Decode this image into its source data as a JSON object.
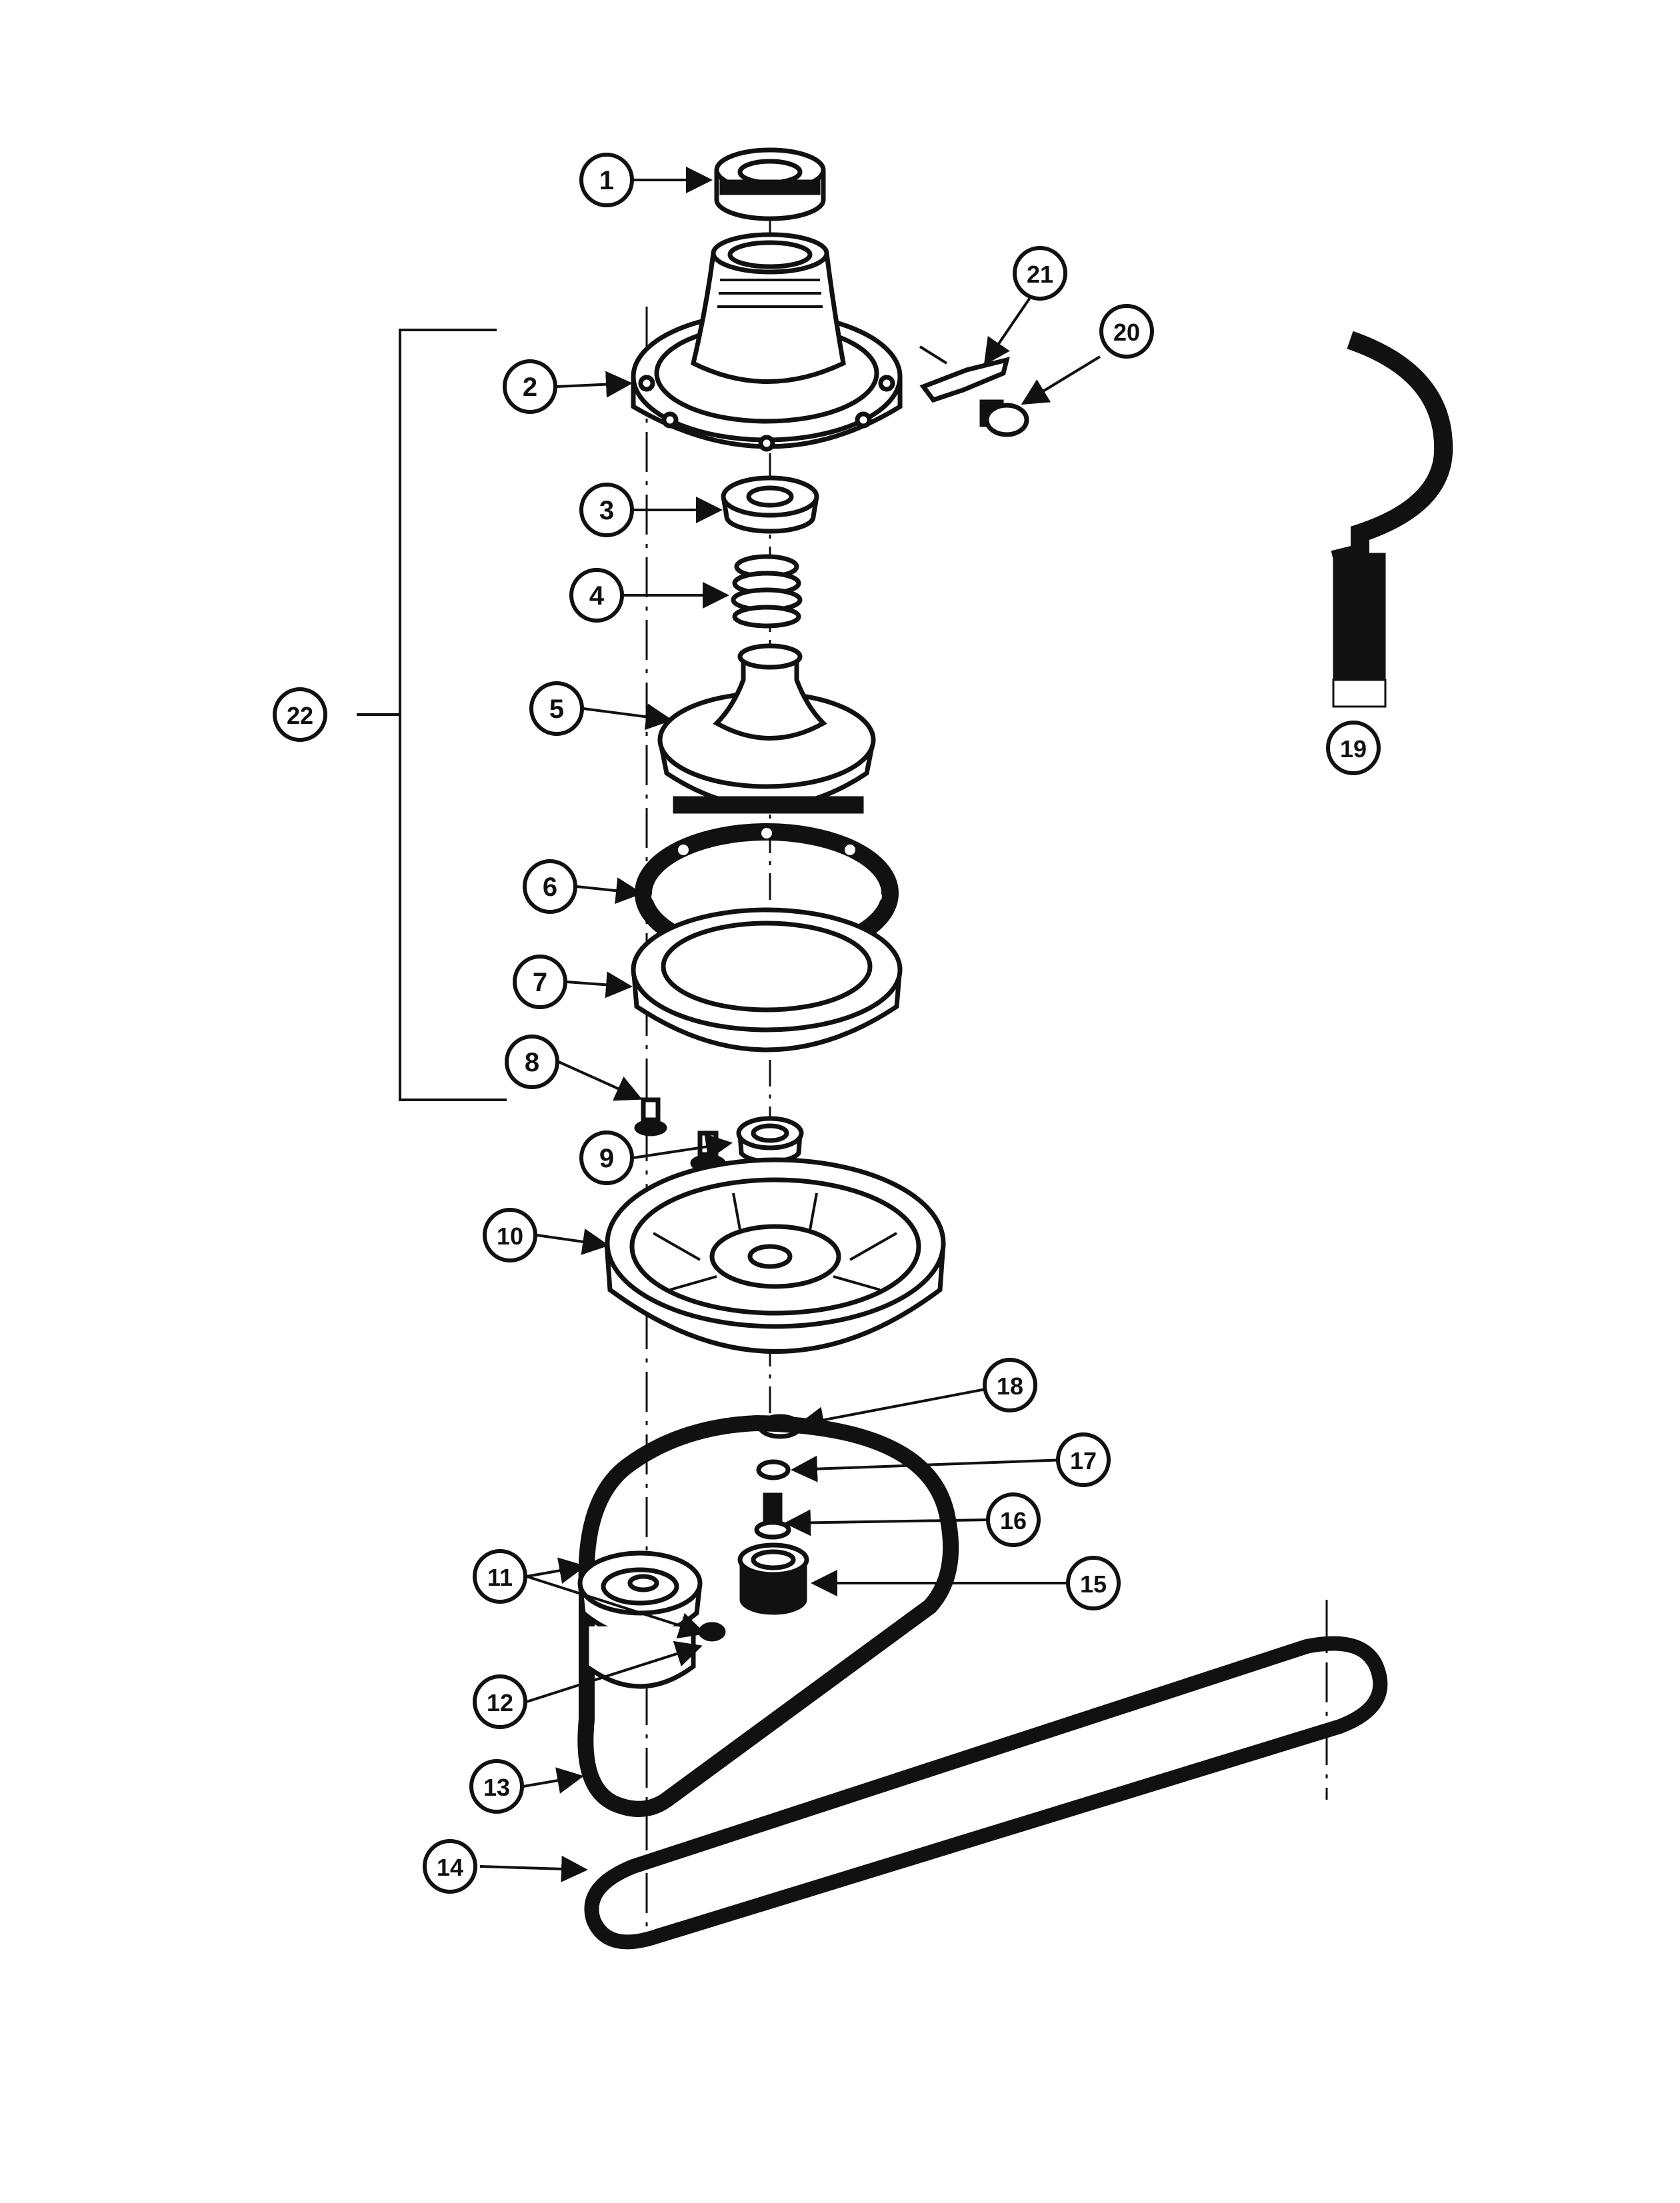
{
  "callouts": [
    {
      "id": "1"
    },
    {
      "id": "2"
    },
    {
      "id": "3"
    },
    {
      "id": "4"
    },
    {
      "id": "5"
    },
    {
      "id": "6"
    },
    {
      "id": "7"
    },
    {
      "id": "8"
    },
    {
      "id": "9"
    },
    {
      "id": "10"
    },
    {
      "id": "11"
    },
    {
      "id": "12"
    },
    {
      "id": "13"
    },
    {
      "id": "14"
    },
    {
      "id": "15"
    },
    {
      "id": "16"
    },
    {
      "id": "17"
    },
    {
      "id": "18"
    },
    {
      "id": "19"
    },
    {
      "id": "20"
    },
    {
      "id": "21"
    },
    {
      "id": "22"
    }
  ]
}
